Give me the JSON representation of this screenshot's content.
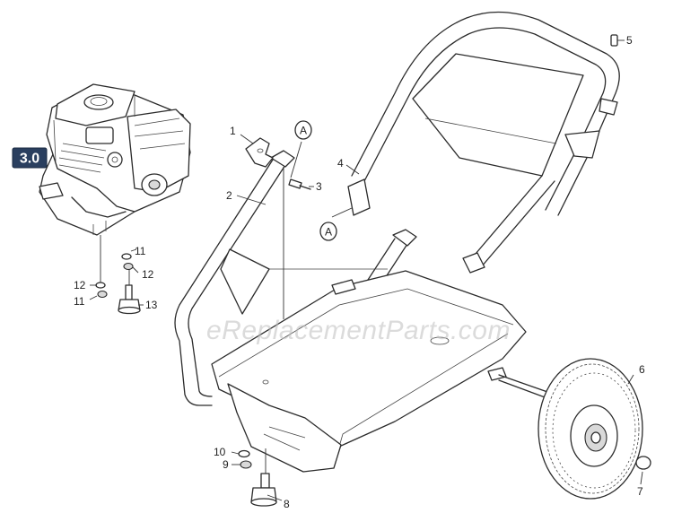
{
  "diagram": {
    "section_badge": "3.0",
    "watermark": "eReplacementParts.com",
    "reference_marker": "A",
    "callouts": [
      {
        "id": "c1",
        "label": "1"
      },
      {
        "id": "c2",
        "label": "2"
      },
      {
        "id": "c3",
        "label": "3"
      },
      {
        "id": "c4",
        "label": "4"
      },
      {
        "id": "c5",
        "label": "5"
      },
      {
        "id": "c6",
        "label": "6"
      },
      {
        "id": "c7",
        "label": "7"
      },
      {
        "id": "c8",
        "label": "8"
      },
      {
        "id": "c9",
        "label": "9"
      },
      {
        "id": "c10",
        "label": "10"
      },
      {
        "id": "c11a",
        "label": "11"
      },
      {
        "id": "c11b",
        "label": "11"
      },
      {
        "id": "c12a",
        "label": "12"
      },
      {
        "id": "c12b",
        "label": "12"
      },
      {
        "id": "c13",
        "label": "13"
      }
    ]
  },
  "colors": {
    "badge_bg": "#2a3f5f",
    "badge_text": "#ffffff",
    "line": "#2b2b2b",
    "watermark": "#bebebe"
  }
}
